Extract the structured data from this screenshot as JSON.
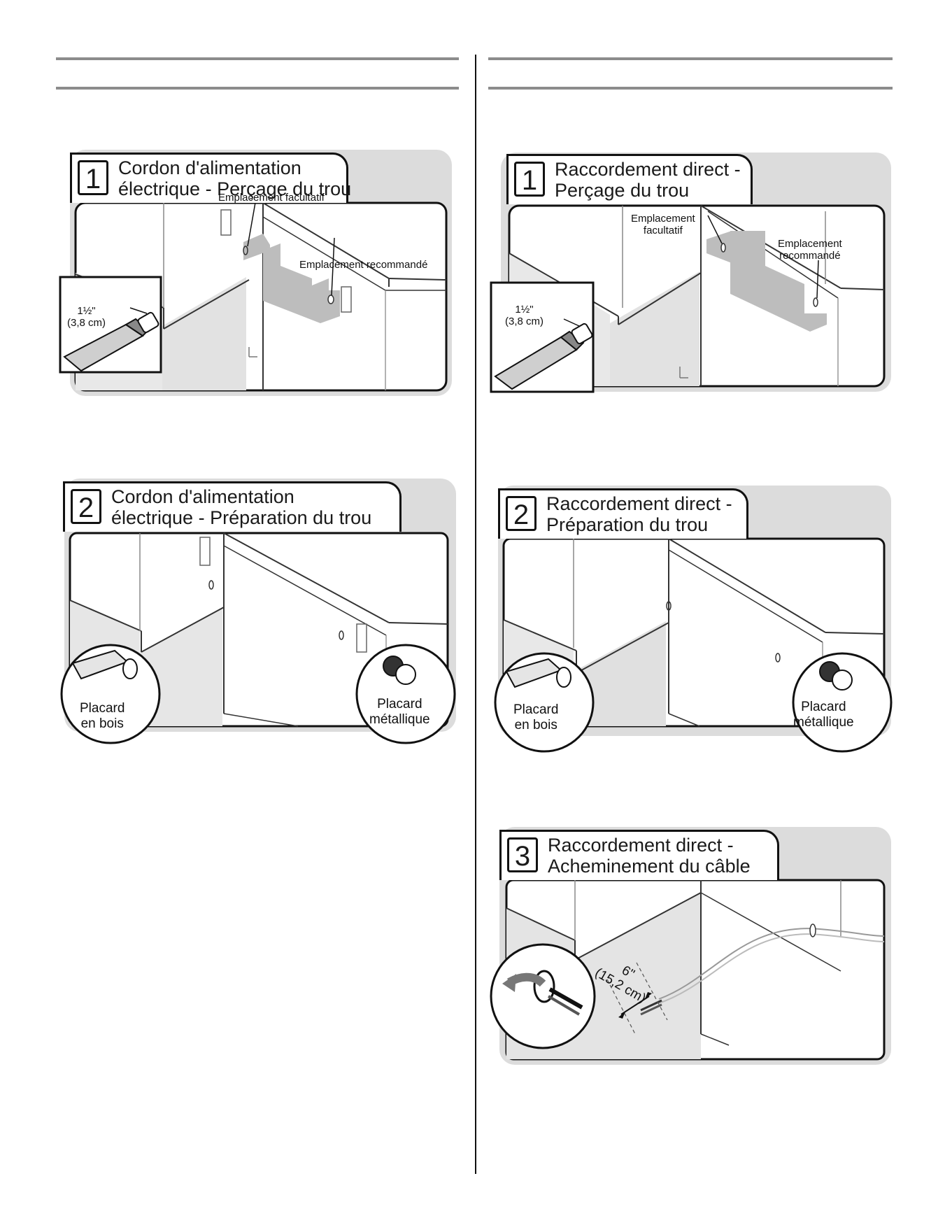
{
  "panels": [
    {
      "id": "p1",
      "number": "1",
      "title": [
        "Cordon d'alimentation",
        "électrique - Perçage du trou"
      ],
      "labels": {
        "optional": "Emplacement facultatif",
        "recommended": "Emplacement recommandé",
        "size": "1½\"",
        "size_metric": "(3,8 cm)"
      }
    },
    {
      "id": "p2",
      "number": "2",
      "title": [
        "Cordon d'alimentation",
        "électrique - Préparation du trou"
      ],
      "labels": {
        "wood": [
          "Placard",
          "en bois"
        ],
        "metal": [
          "Placard",
          "métallique"
        ]
      }
    },
    {
      "id": "p3",
      "number": "1",
      "title": [
        "Raccordement direct -",
        "Perçage du trou"
      ],
      "labels": {
        "optional": [
          "Emplacement",
          "facultatif"
        ],
        "recommended": [
          "Emplacement",
          "recommandé"
        ],
        "size": "1½\"",
        "size_metric": "(3,8 cm)"
      }
    },
    {
      "id": "p4",
      "number": "2",
      "title": [
        "Raccordement direct -",
        "Préparation du trou"
      ],
      "labels": {
        "wood": [
          "Placard",
          "en bois"
        ],
        "metal": [
          "Placard",
          "métallique"
        ]
      }
    },
    {
      "id": "p5",
      "number": "3",
      "title": [
        "Raccordement direct -",
        "Acheminement du câble"
      ],
      "labels": {
        "length": [
          "6\"",
          "(15,2 cm)"
        ]
      }
    }
  ]
}
